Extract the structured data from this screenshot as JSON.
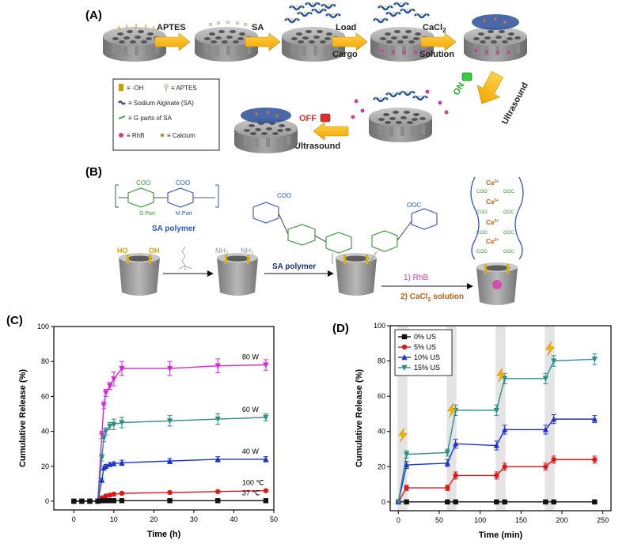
{
  "panels": {
    "A": "(A)",
    "B": "(B)",
    "C": "(C)",
    "D": "(D)"
  },
  "schemeA": {
    "steps": [
      "APTES",
      "SA",
      "Load",
      "Cargo",
      "CaCl",
      "2",
      "Solution"
    ],
    "on_label": "ON",
    "off_label": "OFF",
    "ultrasound_right": "Ultrasound",
    "ultrasound_bottom": "Ultrasound",
    "legend": [
      {
        "text": "≡ -OH",
        "icon": "hydroxyl-icon"
      },
      {
        "text": "≡ APTES",
        "icon": "aptes-icon"
      },
      {
        "text": "≡ Sodium Alginate (SA)",
        "icon": "alginate-icon"
      },
      {
        "text": "≡ G parts of SA",
        "icon": "g-part-icon"
      },
      {
        "text": "≡ RhB",
        "icon": "rhb-icon"
      },
      {
        "text": "≡ Calcium",
        "icon": "calcium-icon"
      }
    ]
  },
  "schemeB": {
    "g_part": "G Part",
    "m_part": "M Part",
    "sa_polymer_top": "SA polymer",
    "sa_polymer_mid": "SA polymer",
    "ho": "HO",
    "oh": "OH",
    "nh2": "NH",
    "step1": "1) RhB",
    "step2": "2) CaCl",
    "step2_sub": "2",
    "step2_tail": " solution",
    "ca": "Ca",
    "ca_charge": "2+",
    "coo": "COO",
    "ooc": "OOC"
  },
  "chart_data": [
    {
      "type": "line",
      "panel": "C",
      "xlabel": "Time (h)",
      "ylabel": "Cumulative Release (%)",
      "xlim": [
        -5,
        50
      ],
      "ylim": [
        -5,
        100
      ],
      "xticks": [
        0,
        10,
        20,
        30,
        40,
        50
      ],
      "yticks": [
        0,
        20,
        40,
        60,
        80,
        100
      ],
      "series": [
        {
          "name": "80 W",
          "color": "#e020e0",
          "marker": "triangle-down",
          "x": [
            0,
            2,
            4,
            6,
            7,
            7.5,
            8,
            9,
            10,
            12,
            24,
            36,
            48
          ],
          "y": [
            0,
            0,
            0,
            0,
            38,
            55,
            62,
            66,
            70,
            76,
            76,
            77.5,
            78
          ],
          "err": [
            0,
            0,
            0,
            0,
            2,
            2,
            2,
            2,
            4,
            4,
            4,
            4,
            3
          ]
        },
        {
          "name": "60 W",
          "color": "#2a8f86",
          "marker": "triangle-down",
          "x": [
            0,
            2,
            4,
            6,
            7,
            7.5,
            8,
            9,
            10,
            12,
            24,
            36,
            48
          ],
          "y": [
            0,
            0,
            0,
            0,
            25,
            36,
            40,
            43,
            44,
            45,
            46,
            47,
            48
          ],
          "err": [
            0,
            0,
            0,
            0,
            2,
            2,
            2,
            2,
            3,
            3,
            3,
            3,
            2
          ]
        },
        {
          "name": "40 W",
          "color": "#1a32d8",
          "marker": "triangle-up",
          "x": [
            0,
            2,
            4,
            6,
            7,
            7.5,
            8,
            9,
            10,
            12,
            24,
            36,
            48
          ],
          "y": [
            0,
            0,
            0,
            0,
            12,
            19,
            20,
            21,
            21.5,
            22,
            23,
            24,
            24
          ],
          "err": [
            0,
            0,
            0,
            0,
            1,
            1,
            1,
            1,
            1,
            1.5,
            1.5,
            1.5,
            1.5
          ]
        },
        {
          "name": "100 ℃",
          "color": "#e01818",
          "marker": "circle",
          "x": [
            0,
            2,
            4,
            6,
            7,
            8,
            9,
            10,
            12,
            24,
            36,
            48
          ],
          "y": [
            0,
            0,
            0,
            0,
            2,
            3,
            3.5,
            4,
            4.5,
            5,
            5.5,
            6
          ],
          "err": [
            0,
            0,
            0,
            0,
            0.5,
            0.5,
            0.5,
            0.5,
            0.5,
            0.5,
            0.5,
            0.5
          ]
        },
        {
          "name": "37 ℃",
          "color": "#111111",
          "marker": "square",
          "x": [
            0,
            2,
            4,
            6,
            7,
            8,
            9,
            10,
            12,
            24,
            36,
            48
          ],
          "y": [
            0,
            0,
            0,
            0,
            0.3,
            0.3,
            0.3,
            0.3,
            0.3,
            0.3,
            0.3,
            0.3
          ],
          "err": [
            0,
            0,
            0,
            0,
            0,
            0,
            0,
            0,
            0,
            0,
            0,
            0
          ]
        }
      ]
    },
    {
      "type": "line",
      "panel": "D",
      "xlabel": "Time (min)",
      "ylabel": "Cumulative Release (%)",
      "xlim": [
        -10,
        260
      ],
      "ylim": [
        -5,
        100
      ],
      "xticks": [
        0,
        50,
        100,
        150,
        200,
        250
      ],
      "yticks": [
        0,
        20,
        40,
        60,
        80,
        100
      ],
      "legend_position": "top-left",
      "us_bands": [
        [
          0,
          10
        ],
        [
          60,
          70
        ],
        [
          120,
          130
        ],
        [
          180,
          190
        ]
      ],
      "series": [
        {
          "name": "0% US",
          "color": "#111111",
          "marker": "square",
          "x": [
            0,
            10,
            60,
            70,
            120,
            130,
            180,
            190,
            240
          ],
          "y": [
            0,
            0,
            0,
            0,
            0,
            0,
            0,
            0,
            0
          ],
          "err": [
            0,
            0,
            0,
            0,
            0,
            0,
            0,
            0,
            0
          ]
        },
        {
          "name": "5% US",
          "color": "#e01818",
          "marker": "circle",
          "x": [
            0,
            10,
            60,
            70,
            120,
            130,
            180,
            190,
            240
          ],
          "y": [
            0,
            8,
            8,
            15,
            15,
            20,
            20,
            24,
            24
          ],
          "err": [
            0,
            1.5,
            1.5,
            2,
            2,
            2,
            2,
            2,
            2
          ]
        },
        {
          "name": "10% US",
          "color": "#1a32d8",
          "marker": "triangle-up",
          "x": [
            0,
            10,
            60,
            70,
            120,
            130,
            180,
            190,
            240
          ],
          "y": [
            0,
            21,
            22,
            33,
            32,
            41,
            41,
            47,
            47
          ],
          "err": [
            0,
            2,
            2,
            2.5,
            2.5,
            2.5,
            2.5,
            2.5,
            2
          ]
        },
        {
          "name": "15% US",
          "color": "#2a8f86",
          "marker": "triangle-down",
          "x": [
            0,
            10,
            60,
            70,
            120,
            130,
            180,
            190,
            240
          ],
          "y": [
            0,
            27,
            28,
            52,
            52,
            70,
            70,
            80,
            81
          ],
          "err": [
            0,
            2,
            2,
            3,
            3,
            3,
            3,
            3,
            3
          ]
        }
      ]
    }
  ]
}
